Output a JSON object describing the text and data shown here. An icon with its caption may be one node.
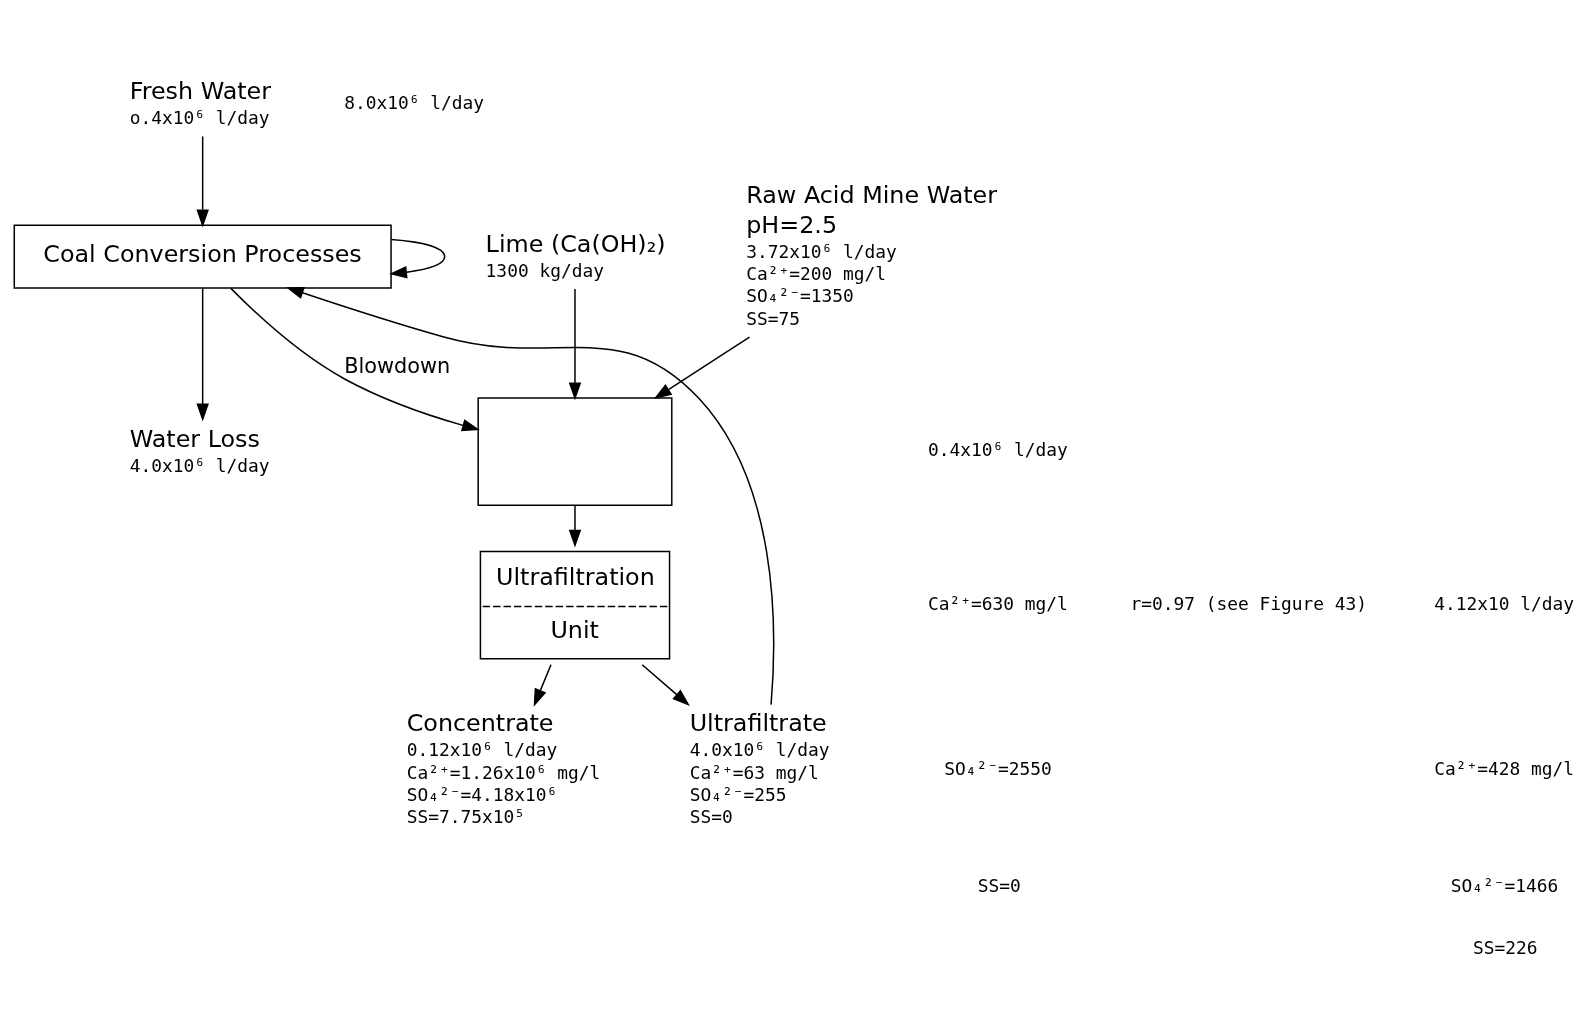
{
  "diagram": {
    "nodes": [
      {
        "text": [
          "Fresh Water"
        ],
        "beside": [
          "o.4x10⁶ l/day"
        ]
      },
      {
        "text": [
          "Coal Conversion Processes"
        ]
      },
      {
        "text": [
          "Water Loss"
        ],
        "beside": [
          "4.0x10⁶ l/day"
        ]
      },
      {
        "text": [
          "Lime (Ca(OH)₂)"
        ],
        "beside": [
          "1300 kg/day"
        ]
      },
      {
        "text": [
          "Raw Acid Mine Water",
          "pH=2.5"
        ],
        "beside": [
          "3.72x10⁶ l/day",
          "Ca²⁺=200 mg/l",
          "SO₄²⁻=1350",
          "SS=75"
        ]
      },
      {
        "text": [],
        "shape": "box"
      },
      {
        "text": [
          "Ultrafiltration",
          "Unit"
        ]
      },
      {
        "text": [
          "Concentrate"
        ],
        "beside": [
          "0.12x10⁶ l/day",
          "Ca²⁺=1.26x10⁶ mg/l",
          "SO₄²⁻=4.18x10⁶",
          "SS=7.75x10⁵"
        ]
      },
      {
        "text": [
          "Ultrafiltrate"
        ],
        "beside": [
          "4.0x10⁶ l/day",
          "Ca²⁺=63 mg/l",
          "SO₄²⁻=255",
          "SS=0"
        ]
      }
    ],
    "edges": [
      {
        "from": 0,
        "to": 1,
        "arrow": "to"
      },
      {
        "from": 1,
        "to": 2,
        "arrow": "to"
      },
      {
        "from": 1,
        "to": 1,
        "arrow": "to"
      },
      {
        "from": 1,
        "to": 5,
        "arrow": "to",
        "label": "Blowdown"
      },
      {
        "from": 3,
        "to": 5,
        "arrow": "to"
      },
      {
        "from": 4,
        "to": 5,
        "arrow": "to"
      },
      {
        "from": 5,
        "to": 6,
        "arrow": "to"
      },
      {
        "from": 6,
        "to": 7,
        "arrow": "to"
      },
      {
        "from": 6,
        "to": 8,
        "arrow": "to"
      },
      {
        "from": 8,
        "to": 1,
        "arrow": "to"
      }
    ],
    "labels": [
      "8.0x10⁶ l/day",
      "0.4x10⁶ l/day",
      "Ca²⁺=630 mg/l",
      "SO₄²⁻=2550",
      "SS=0",
      "r=0.97 (see Figure 43)",
      "4.12x10 l/day",
      "Ca²⁺=428 mg/l",
      "SO₄²⁻=1466",
      "SS=226"
    ]
  }
}
